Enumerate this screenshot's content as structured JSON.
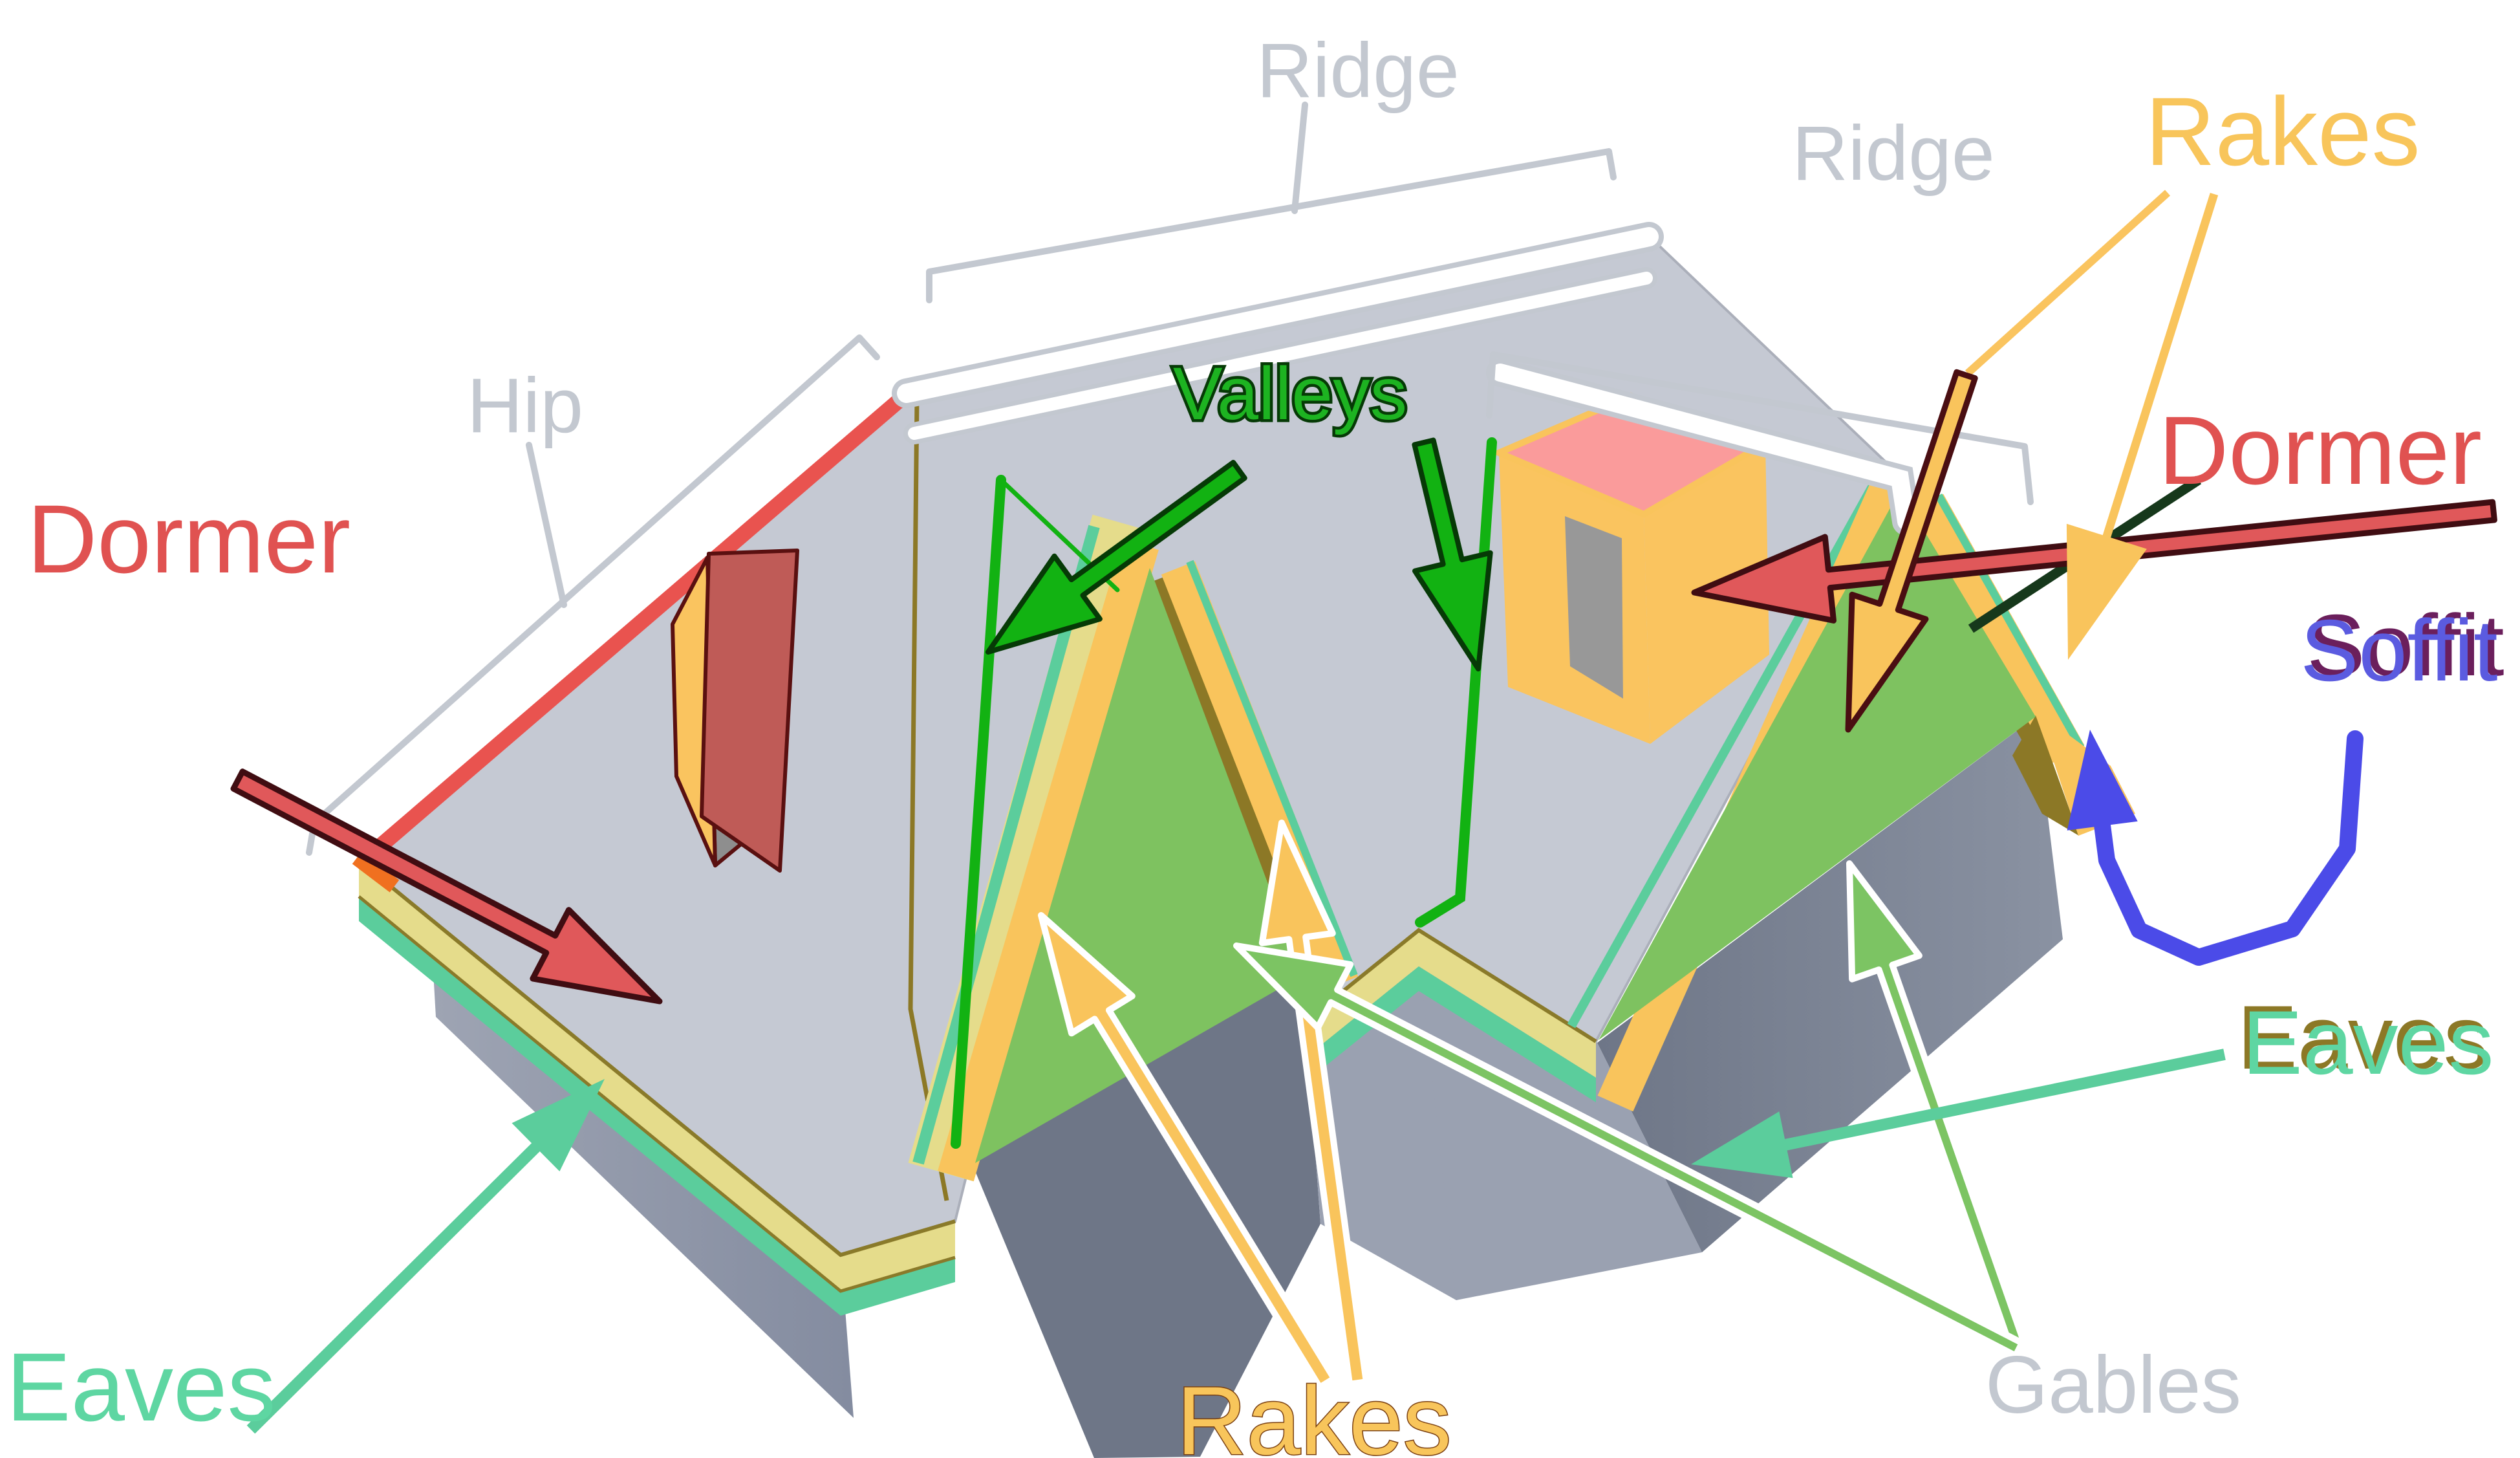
{
  "title": "Roof parts diagram",
  "labels": {
    "ridge_main": {
      "text": "Ridge",
      "color": "#C3C8D0"
    },
    "ridge_right": {
      "text": "Ridge",
      "color": "#C3C8D0"
    },
    "hip": {
      "text": "Hip",
      "color": "#C3C8D0"
    },
    "valleys": {
      "text": "Valleys",
      "color": "#1DB321"
    },
    "dormer_left": {
      "text": "Dormer",
      "color": "#E05251"
    },
    "dormer_right": {
      "text": "Dormer",
      "color": "#E05251"
    },
    "rakes_top": {
      "text": "Rakes",
      "color": "#F8C55B"
    },
    "rakes_bottom": {
      "text": "Rakes",
      "color": "#F8C55B"
    },
    "soffit": {
      "text": "Soffit",
      "color": "#5B5BE0"
    },
    "eaves_right": {
      "text": "Eaves",
      "color": "#5ED6A2"
    },
    "eaves_left": {
      "text": "Eaves",
      "color": "#5ED6A2"
    },
    "gables": {
      "text": "Gables",
      "color": "#C3C8D0"
    }
  },
  "palette": {
    "roof_gray": "#C5C9D3",
    "wall_light": "#9AA1B1",
    "wall_dark": "#6E7687",
    "gable_green": "#7EC260",
    "rake_yellow": "#F9C45C",
    "rake_shadow_olive": "#8C7826",
    "fascia_khaki": "#E5DC8B",
    "eave_teal": "#5BCD9C",
    "hip_red": "#E9534F",
    "hip_corner_orange": "#F07020",
    "valley_green": "#12B212",
    "ridge_cap_white": "#FFFFFF",
    "dormer_roof_pink": "#FA9B9B",
    "dormer_face_orange": "#FAC45F",
    "dormer_window_gray": "#989898",
    "dormer_left_red": "#BF5B57",
    "arrow_red": "#E0585A",
    "arrow_red_outline": "#400D12",
    "arrow_blue": "#4B4BE8",
    "arrow_gable_green": "#7CC463",
    "leader_gray": "#C3C8D0",
    "dark_green_line": "#16381B"
  }
}
